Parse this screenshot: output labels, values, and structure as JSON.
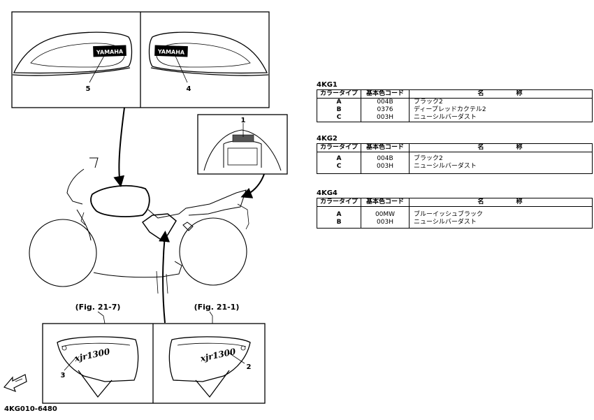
{
  "diagram": {
    "callouts": [
      "1",
      "2",
      "3",
      "4",
      "5"
    ],
    "fig_left": "(Fig. 21-7)",
    "fig_right": "(Fig. 21-1)",
    "tank_text": "YAMAHA",
    "cover_text": "xjr1300",
    "code": "4KG010-6480"
  },
  "tables": [
    {
      "title": "4KG1",
      "headers": [
        "カラータイプ",
        "基本色コード",
        "名　　　　称"
      ],
      "rows": [
        [
          "A",
          "004B",
          "ブラック2"
        ],
        [
          "B",
          "0376",
          "ディープレッドカクテル2"
        ],
        [
          "C",
          "003H",
          "ニューシルバーダスト"
        ]
      ]
    },
    {
      "title": "4KG2",
      "headers": [
        "カラータイプ",
        "基本色コード",
        "名　　　　称"
      ],
      "rows": [
        [
          "A",
          "004B",
          "ブラック2"
        ],
        [
          "C",
          "003H",
          "ニューシルバーダスト"
        ]
      ]
    },
    {
      "title": "4KG4",
      "headers": [
        "カラータイプ",
        "基本色コード",
        "名　　　　称"
      ],
      "rows": [
        [
          "A",
          "00MW",
          "ブルーイッシュブラック"
        ],
        [
          "B",
          "003H",
          "ニューシルバーダスト"
        ]
      ]
    }
  ]
}
